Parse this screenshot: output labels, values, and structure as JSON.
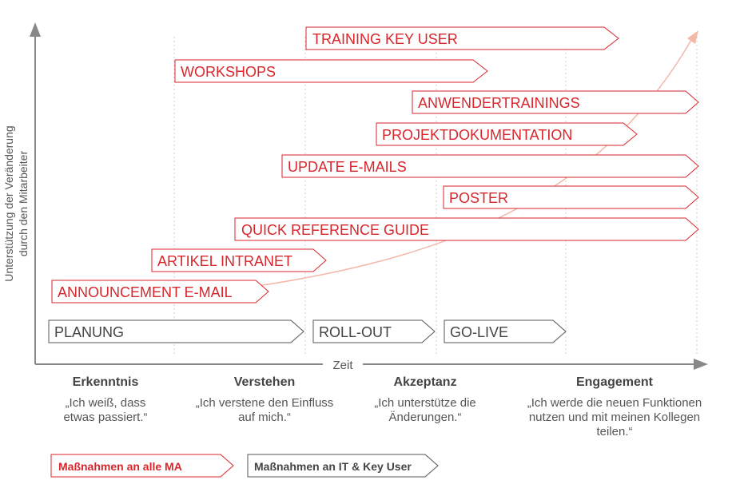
{
  "axes": {
    "y_label_line1": "Unterstützung der Veränderung",
    "y_label_line2": "durch den Mitarbeiter",
    "x_label": "Zeit"
  },
  "colors": {
    "red": "#d9262c",
    "gray": "#555555",
    "curve": "#f2b8a8",
    "divider": "#cfcfcf"
  },
  "red_measures": [
    {
      "label": "TRAINING KEY USER"
    },
    {
      "label": "WORKSHOPS"
    },
    {
      "label": "ANWENDERTRAININGS"
    },
    {
      "label": "PROJEKTDOKUMENTATION"
    },
    {
      "label": "UPDATE E-MAILS"
    },
    {
      "label": "POSTER"
    },
    {
      "label": "QUICK REFERENCE GUIDE"
    },
    {
      "label": "ARTIKEL INTRANET"
    },
    {
      "label": "ANNOUNCEMENT E-MAIL"
    }
  ],
  "phases": [
    {
      "label": "PLANUNG"
    },
    {
      "label": "ROLL-OUT"
    },
    {
      "label": "GO-LIVE"
    }
  ],
  "stages": [
    {
      "name": "Erkenntnis",
      "quote": "„Ich weiß, dass etwas passiert.“"
    },
    {
      "name": "Verstehen",
      "quote": "„Ich verstene den Einfluss auf mich.“"
    },
    {
      "name": "Akzeptanz",
      "quote": "„Ich unterstütze die Änderungen.“"
    },
    {
      "name": "Engagement",
      "quote": "„Ich werde die neuen Funktionen nutzen und mit meinen Kollegen teilen.“"
    }
  ],
  "legend": {
    "red_label": "Maßnahmen an alle MA",
    "gray_label": "Maßnahmen an IT & Key User"
  }
}
